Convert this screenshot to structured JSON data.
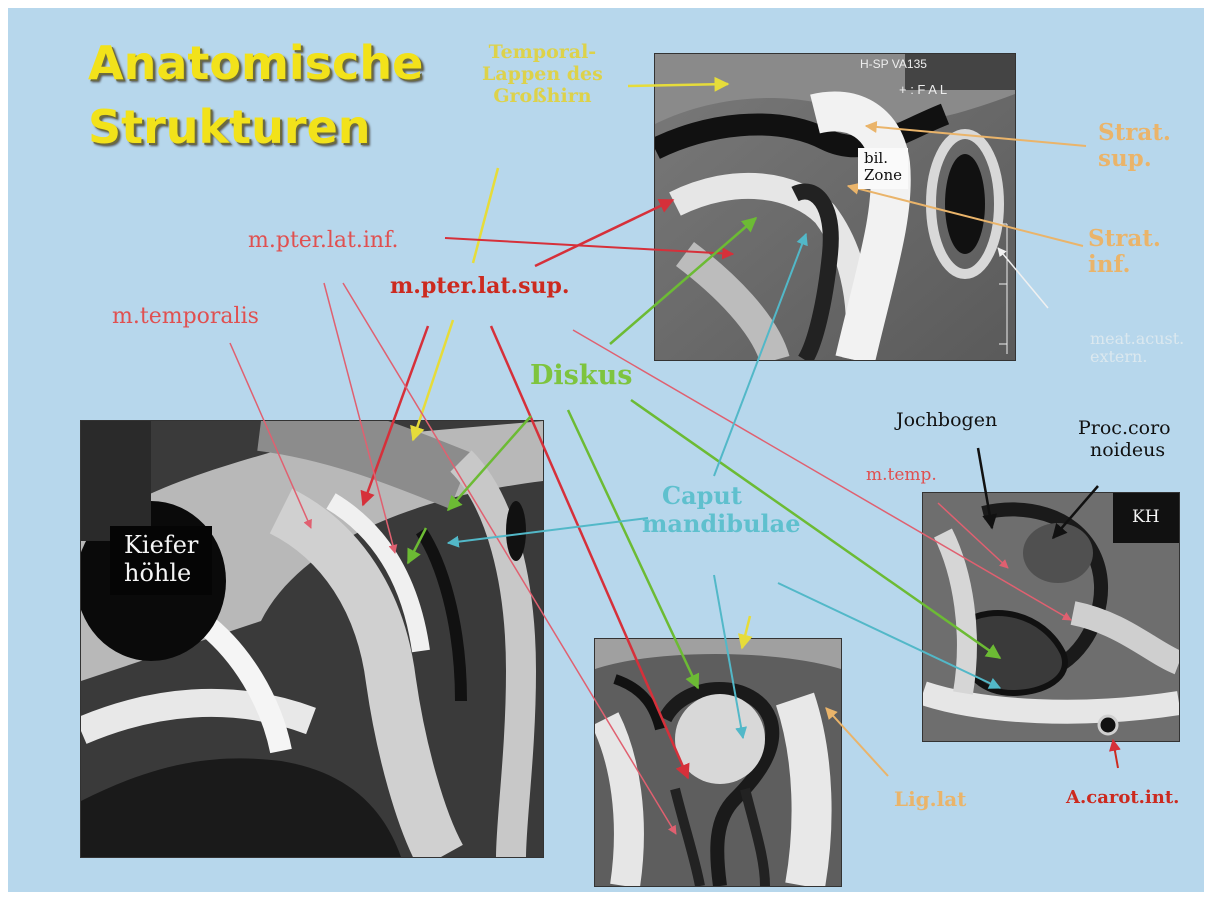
{
  "title": {
    "line1": "Anatomische",
    "line2": "Strukturen"
  },
  "labels": {
    "temporal_lappen": [
      "Temporal-",
      "Lappen des",
      "Großhirn"
    ],
    "strat_sup": [
      "Strat.",
      "sup."
    ],
    "strat_inf": [
      "Strat.",
      "inf."
    ],
    "bil_zone": [
      "bil.",
      "Zone"
    ],
    "meat_acust": [
      "meat.acust.",
      "extern."
    ],
    "m_pter_lat_inf": "m.pter.lat.inf.",
    "m_pter_lat_sup": "m.pter.lat.sup.",
    "m_temporalis": "m.temporalis",
    "diskus": "Diskus",
    "caput_mandibulae": [
      "Caput",
      "mandibulae"
    ],
    "jochbogen": "Jochbogen",
    "proc_coronoideus": [
      "Proc.coro",
      "noideus"
    ],
    "m_temp": "m.temp.",
    "kh": "KH",
    "kiefer_hoehle": [
      "Kiefer",
      "höhle"
    ],
    "lig_lat": "Lig.lat",
    "a_carot_int": "A.carot.int."
  },
  "scan_overlay_text": {
    "top_right_header": "H-SP   VA135",
    "top_right_sub": "+ : F A L"
  },
  "colors": {
    "background": "#b7d7ec",
    "red": "#e05050",
    "yellow": "#ddd24a",
    "orange": "#eab46a",
    "green": "#7ec43e",
    "cyan": "#5fc0ce"
  }
}
